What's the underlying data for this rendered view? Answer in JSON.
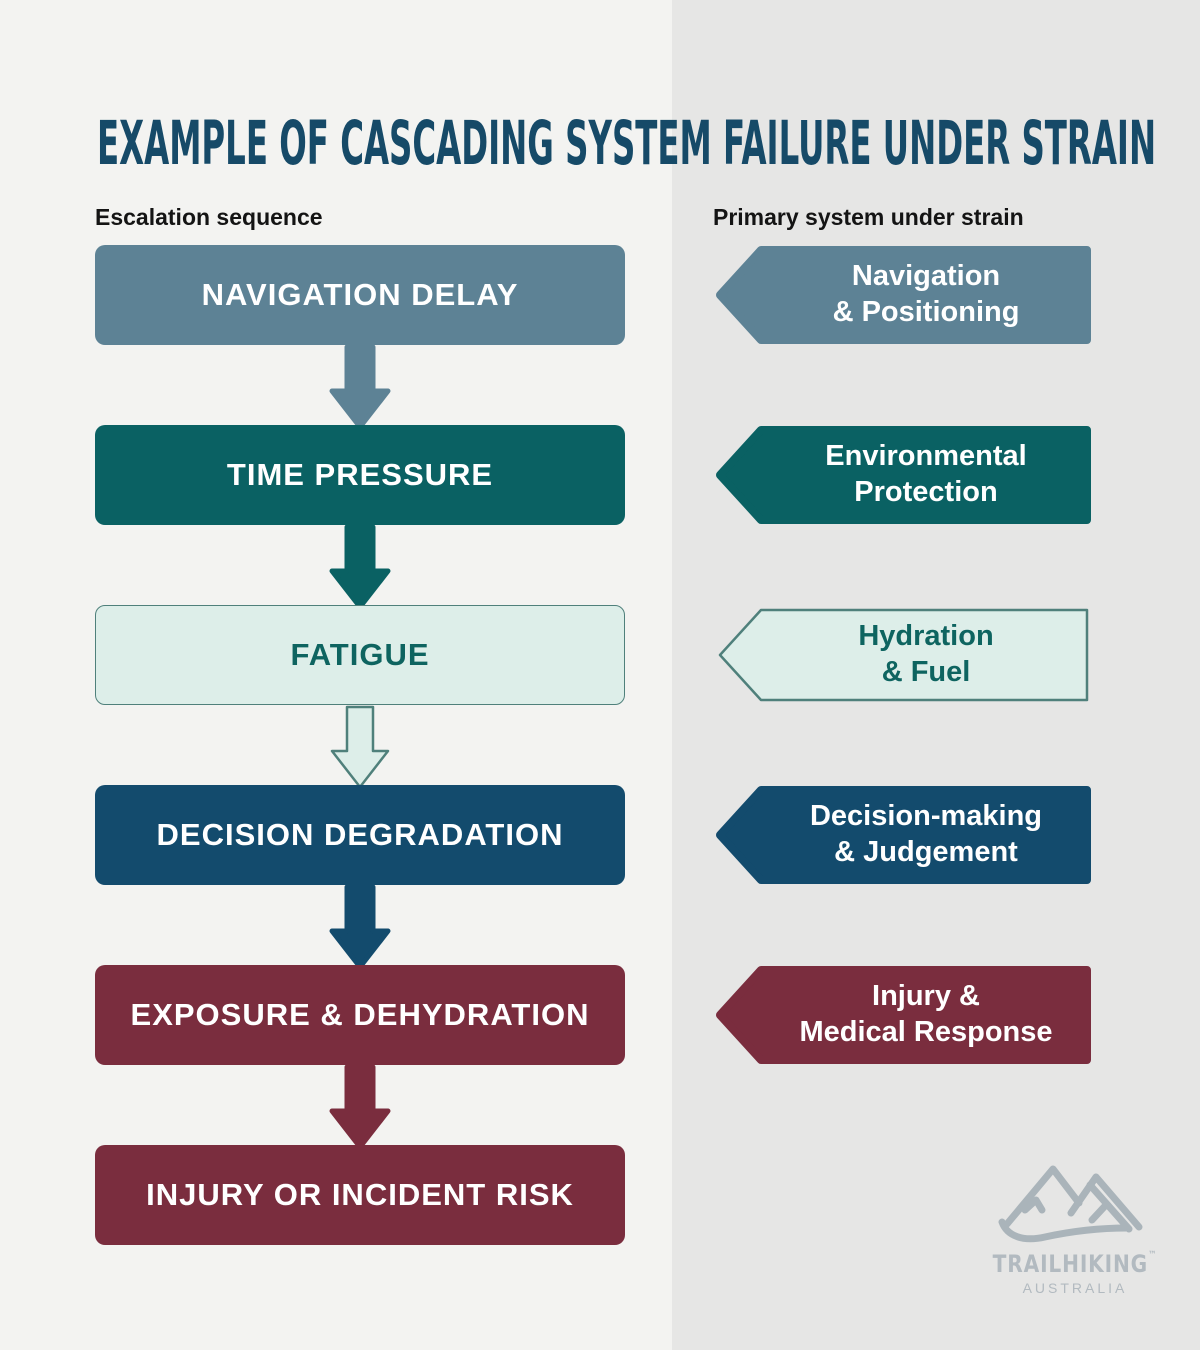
{
  "title": "EXAMPLE OF CASCADING SYSTEM FAILURE UNDER STRAIN",
  "left_column_header": "Escalation sequence",
  "right_column_header": "Primary system under strain",
  "sequence": [
    {
      "label": "NAVIGATION DELAY",
      "fill": "#5d8295",
      "text_color": "#ffffff"
    },
    {
      "label": "TIME PRESSURE",
      "fill": "#0a6163",
      "text_color": "#ffffff"
    },
    {
      "label": "FATIGUE",
      "fill": "#ddeee9",
      "text_color": "#0e6460",
      "border": "#4f807b",
      "arrow_stroke": "#4f807b"
    },
    {
      "label": "DECISION DEGRADATION",
      "fill": "#134b6d",
      "text_color": "#ffffff"
    },
    {
      "label": "EXPOSURE & DEHYDRATION",
      "fill": "#7a2d3e",
      "text_color": "#ffffff"
    },
    {
      "label": "INJURY OR INCIDENT RISK",
      "fill": "#7a2d3e",
      "text_color": "#ffffff"
    }
  ],
  "systems": [
    {
      "line1": "Navigation",
      "line2": "& Positioning",
      "fill": "#5d8295",
      "text_color": "#ffffff"
    },
    {
      "line1": "Environmental",
      "line2": "Protection",
      "fill": "#0a6163",
      "text_color": "#ffffff"
    },
    {
      "line1": "Hydration",
      "line2": "& Fuel",
      "fill": "#ddeee9",
      "text_color": "#0e6460",
      "border": "#4f807b"
    },
    {
      "line1": "Decision-making",
      "line2": "& Judgement",
      "fill": "#134b6d",
      "text_color": "#ffffff"
    },
    {
      "line1": "Injury &",
      "line2": "Medical Response",
      "fill": "#7a2d3e",
      "text_color": "#ffffff"
    }
  ],
  "logo": {
    "brand": "TRAILHIKING",
    "trademark": "™",
    "subtitle": "AUSTRALIA"
  },
  "colors": {
    "background_left": "#f3f3f1",
    "background_right": "#e6e6e5",
    "title": "#164a68",
    "logo_gray": "#aab4ba"
  }
}
